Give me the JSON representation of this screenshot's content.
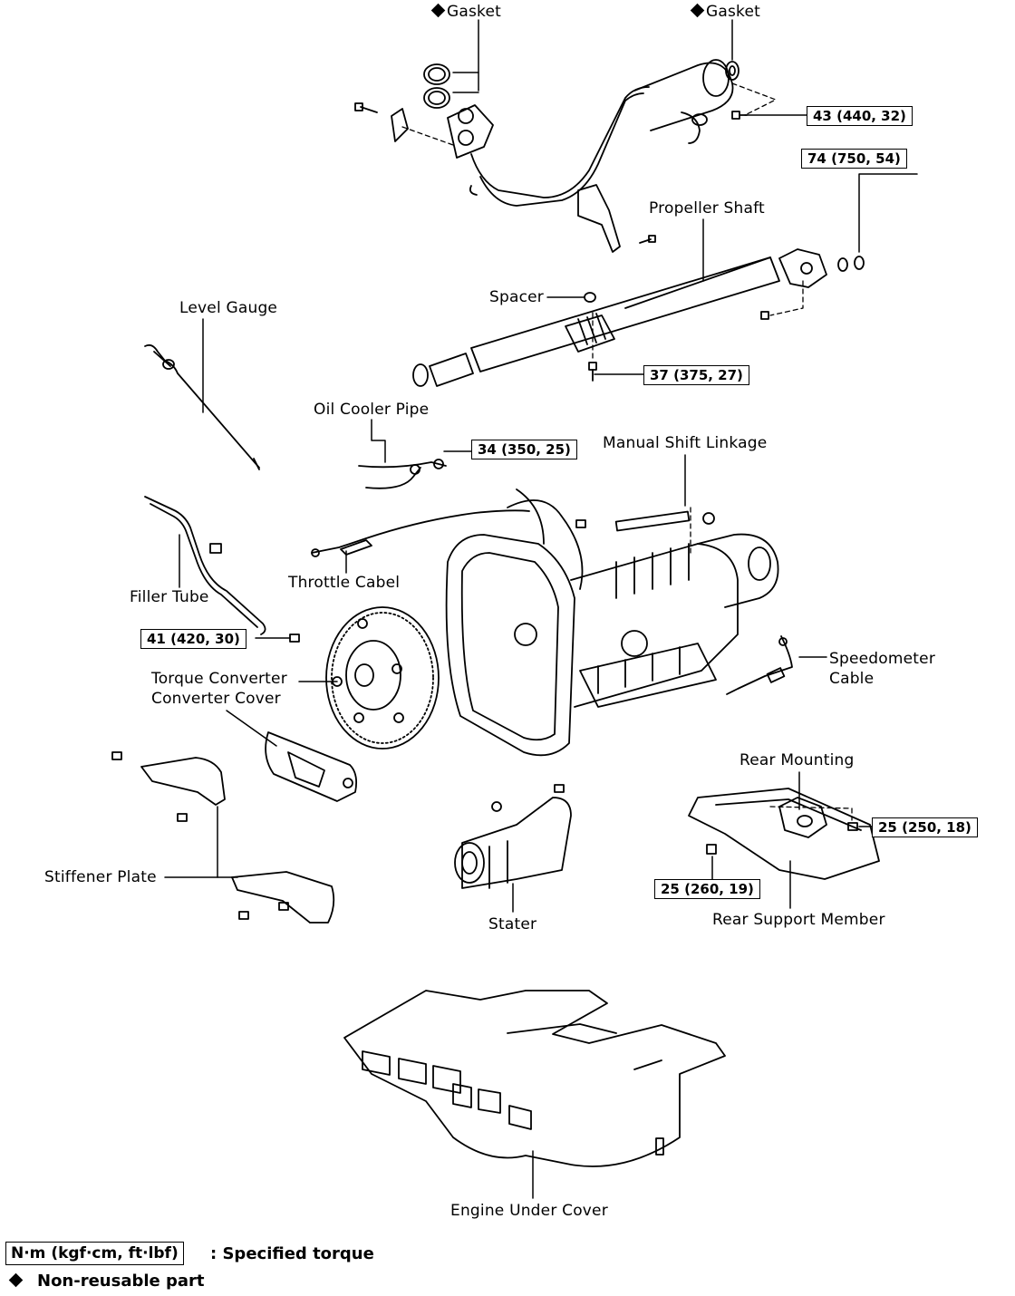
{
  "labels": {
    "gasket_1": "Gasket",
    "gasket_2": "Gasket",
    "propeller_shaft": "Propeller Shaft",
    "spacer": "Spacer",
    "level_gauge": "Level Gauge",
    "oil_cooler_pipe": "Oil Cooler Pipe",
    "manual_shift_linkage": "Manual Shift Linkage",
    "filler_tube": "Filler Tube",
    "throttle_cable": "Throttle Cabel",
    "torque_converter": "Torque Converter",
    "converter_cover": "Converter Cover",
    "speedometer_cable_1": "Speedometer",
    "speedometer_cable_2": "Cable",
    "rear_mounting": "Rear Mounting",
    "stiffener_plate": "Stiffener Plate",
    "starter": "Stater",
    "rear_support_member": "Rear Support Member",
    "engine_under_cover": "Engine Under Cover"
  },
  "torques": {
    "t43": "43 (440, 32)",
    "t74": "74 (750, 54)",
    "t37": "37 (375, 27)",
    "t34": "34 (350, 25)",
    "t41": "41 (420, 30)",
    "t25a": "25 (250, 18)",
    "t25b": "25 (260, 19)"
  },
  "legend": {
    "unit_box": "N·m (kgf·cm, ft·lbf)",
    "unit_text": ":  Specified torque",
    "nonreusable": "Non-reusable part"
  },
  "colors": {
    "ink": "#000000",
    "paper": "#ffffff"
  }
}
